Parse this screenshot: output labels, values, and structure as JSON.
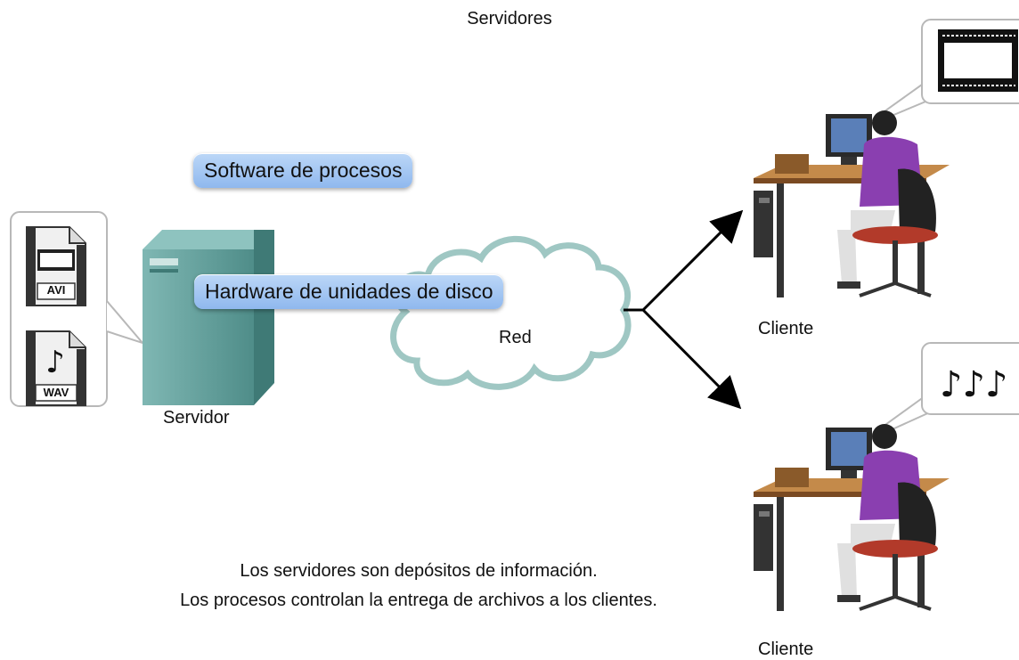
{
  "title": "Servidores",
  "callouts": {
    "software": "Software de procesos",
    "hardware": "Hardware de unidades de disco"
  },
  "files": [
    {
      "label": "AVI",
      "icon": "video-file-icon"
    },
    {
      "label": "WAV",
      "icon": "audio-file-icon"
    }
  ],
  "labels": {
    "server": "Servidor",
    "network": "Red",
    "client_top": "Cliente",
    "client_bottom": "Cliente"
  },
  "caption": {
    "line1": "Los servidores son depósitos de información.",
    "line2": "Los procesos controlan la entrega de archivos a los clientes."
  },
  "colors": {
    "callout": "#a9c9f3",
    "server": "#5f9e9a",
    "cloud_edge": "#8fb8b4",
    "shirt": "#8a3fb0"
  }
}
